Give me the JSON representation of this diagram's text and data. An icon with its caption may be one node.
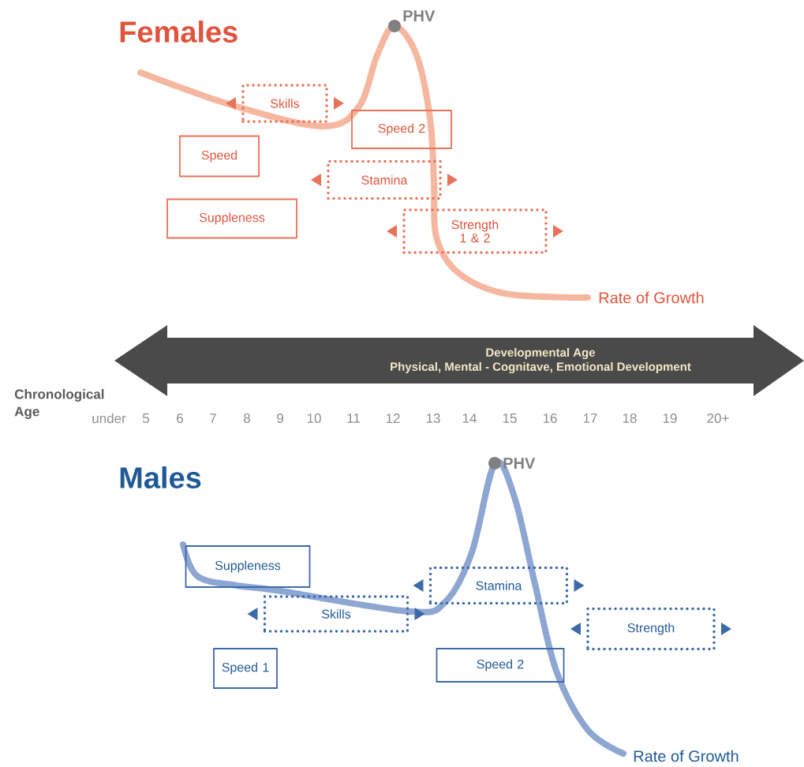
{
  "diagram": {
    "nodes": [
      {
        "text": [
          "Skills"
        ]
      },
      {
        "text": [
          "Speed 2"
        ]
      },
      {
        "text": [
          "Speed"
        ]
      },
      {
        "text": [
          "Stamina"
        ]
      },
      {
        "text": [
          "Suppleness"
        ]
      },
      {
        "text": [
          "Strength 1 & 2"
        ]
      },
      {
        "text": [
          "Developmental Age",
          "Physical, Mental - Cognitave, Emotional Development"
        ]
      },
      {
        "text": [
          "Suppleness"
        ]
      },
      {
        "text": [
          "Stamina"
        ]
      },
      {
        "text": [
          "Skills"
        ]
      },
      {
        "text": [
          "Strength"
        ]
      },
      {
        "text": [
          "Speed 1"
        ]
      },
      {
        "text": [
          "Speed 2"
        ]
      }
    ],
    "labels": [
      "Females",
      "PHV",
      "Rate of Growth",
      "Chronological Age",
      "under",
      "5",
      "6",
      "7",
      "8",
      "9",
      "10",
      "11",
      "12",
      "13",
      "14",
      "15",
      "16",
      "17",
      "18",
      "19",
      "20+",
      "Males",
      "PHV",
      "Rate of Growth"
    ]
  }
}
